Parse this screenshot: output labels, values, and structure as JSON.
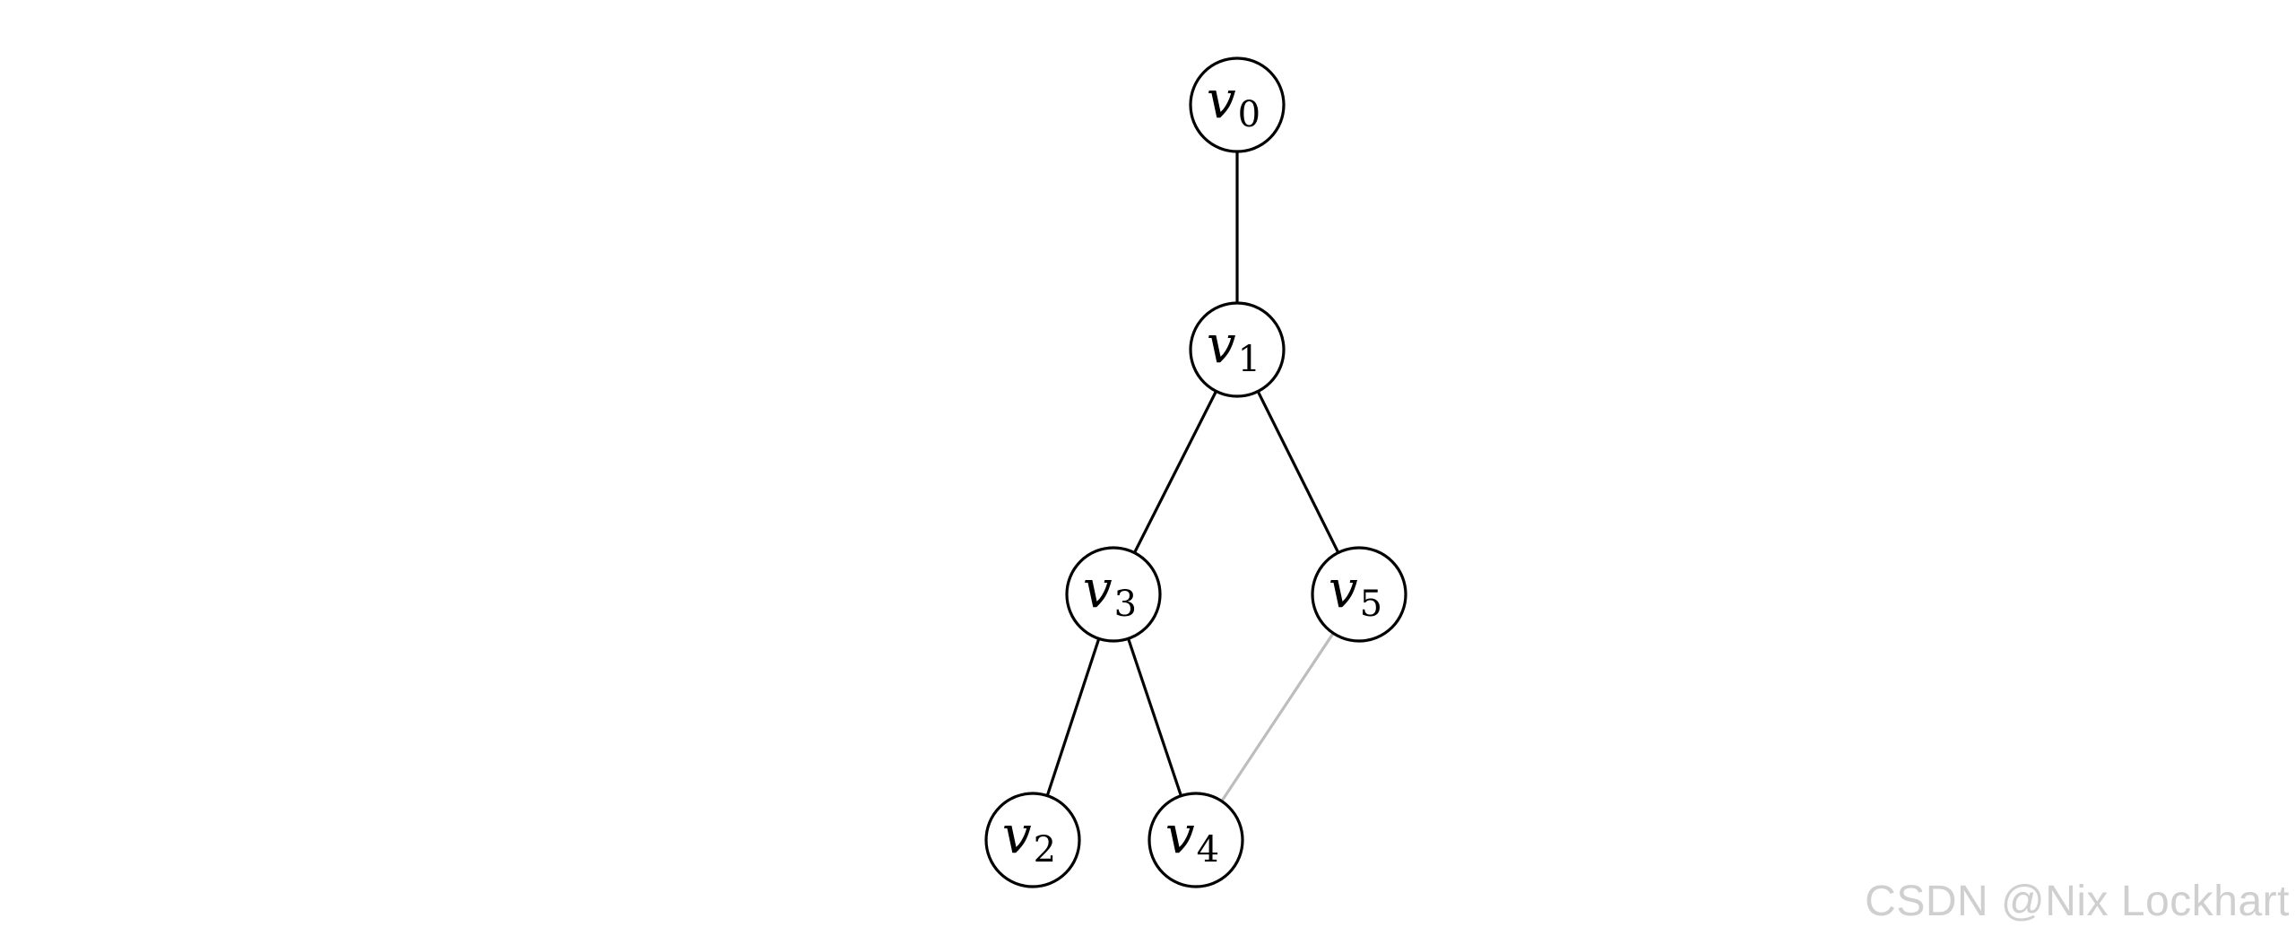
{
  "diagram": {
    "type": "tree-graph",
    "nodes": [
      {
        "id": "v0",
        "base": "v",
        "sub": "0"
      },
      {
        "id": "v1",
        "base": "v",
        "sub": "1"
      },
      {
        "id": "v3",
        "base": "v",
        "sub": "3"
      },
      {
        "id": "v5",
        "base": "v",
        "sub": "5"
      },
      {
        "id": "v2",
        "base": "v",
        "sub": "2"
      },
      {
        "id": "v4",
        "base": "v",
        "sub": "4"
      }
    ],
    "edges": [
      {
        "from": "v0",
        "to": "v1",
        "style": "solid"
      },
      {
        "from": "v1",
        "to": "v3",
        "style": "solid"
      },
      {
        "from": "v1",
        "to": "v5",
        "style": "solid"
      },
      {
        "from": "v3",
        "to": "v2",
        "style": "solid"
      },
      {
        "from": "v3",
        "to": "v4",
        "style": "solid"
      },
      {
        "from": "v5",
        "to": "v4",
        "style": "faint"
      }
    ],
    "colors": {
      "edge": "#000000",
      "faint_edge": "#bdbdbd",
      "node_stroke": "#000000",
      "node_fill": "#ffffff"
    }
  },
  "watermark": {
    "text": "CSDN @Nix Lockhart",
    "color": "#cfcfcf"
  }
}
